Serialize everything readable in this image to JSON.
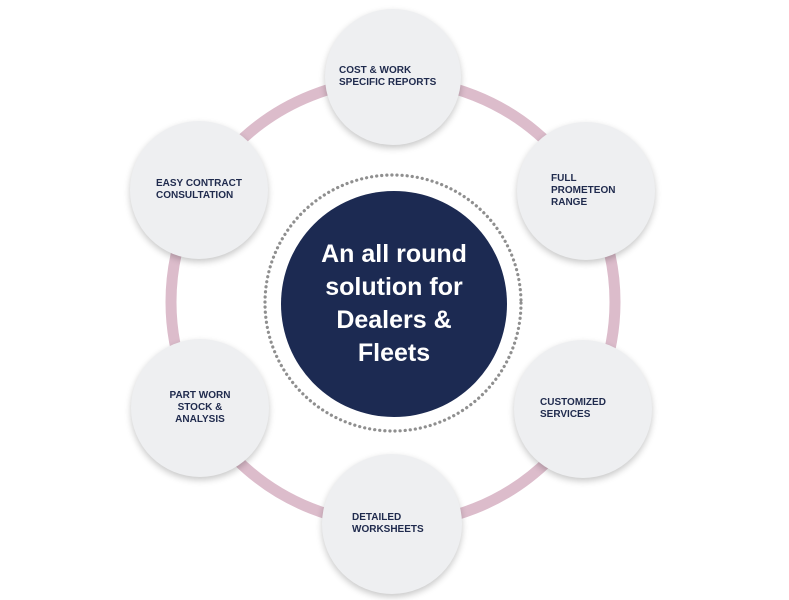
{
  "center": {
    "text": "An all round\nsolution for\nDealers &\nFleets",
    "fill_color": "#1c2a52"
  },
  "ring_color": "#dcbccb",
  "node_color": "#eeeff1",
  "label_color": "#1f2a4d",
  "nodes": [
    {
      "id": "cost-work-reports",
      "label": "COST & WORK\nSPECIFIC REPORTS"
    },
    {
      "id": "full-prometeon-range",
      "label": "FULL\nPROMETEON\nRANGE"
    },
    {
      "id": "customized-services",
      "label": "CUSTOMIZED\nSERVICES"
    },
    {
      "id": "detailed-worksheets",
      "label": "DETAILED\nWORKSHEETS"
    },
    {
      "id": "part-worn-stock",
      "label": "PART WORN\nSTOCK &\nANALYSIS"
    },
    {
      "id": "easy-contract",
      "label": "EASY CONTRACT\nCONSULTATION"
    }
  ]
}
